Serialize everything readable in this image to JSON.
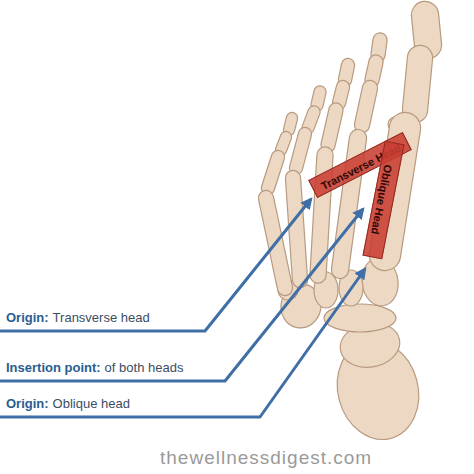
{
  "diagram": {
    "nodes": [
      {
        "text": [
          "Transverse Head"
        ]
      },
      {
        "text": [
          "Oblique Head"
        ]
      }
    ],
    "labels": [
      "Origin:",
      "Transverse head",
      "Insertion point:",
      "of both heads",
      "Origin:",
      "Oblique head",
      "thewellnessdigest.com"
    ]
  }
}
